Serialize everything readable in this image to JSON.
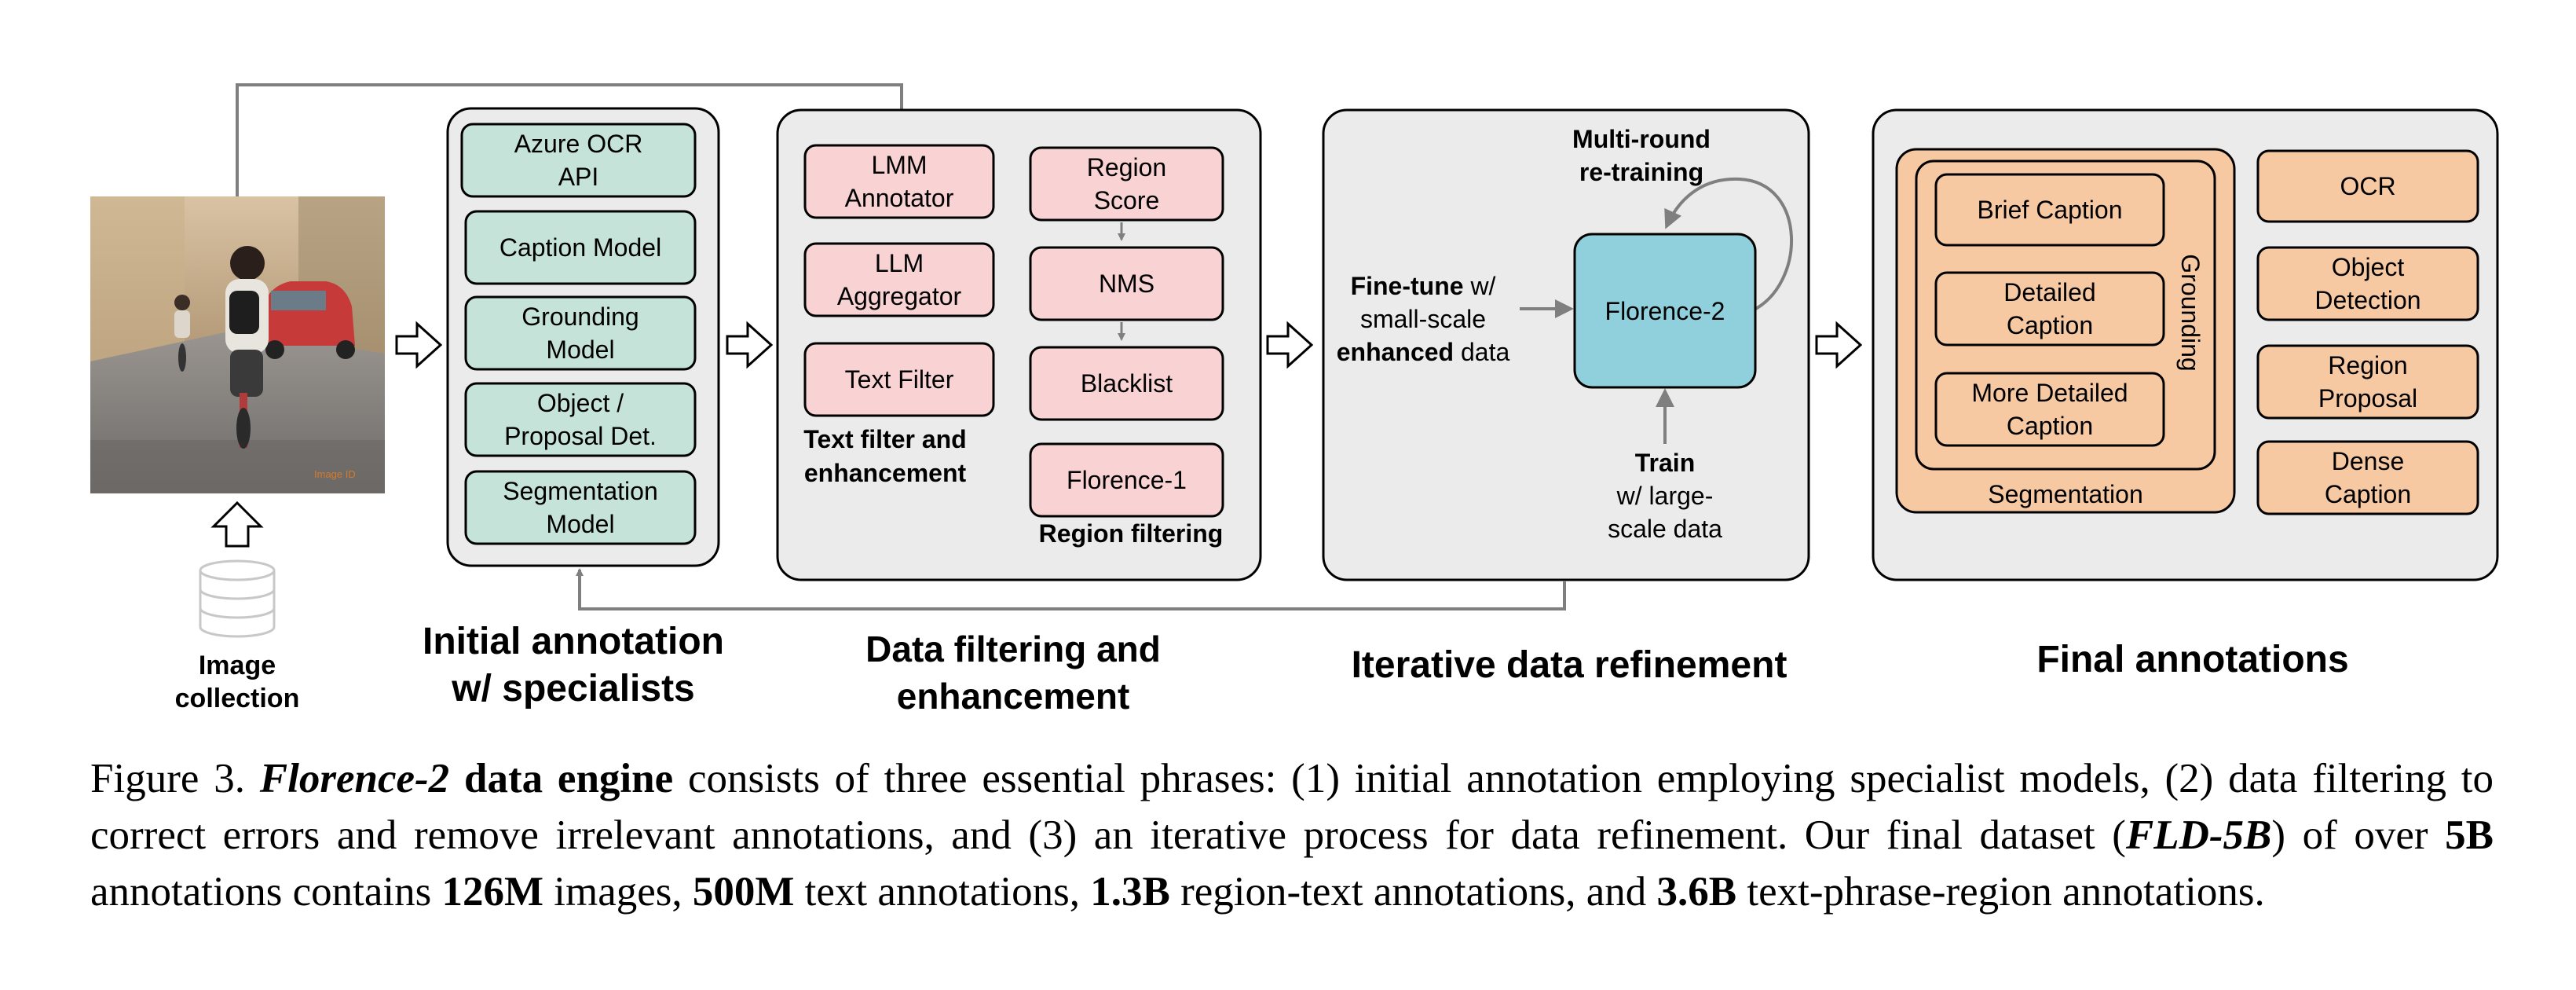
{
  "photo": {
    "watermark": "Image ID"
  },
  "image_collection": {
    "line1": "Image",
    "line2": "collection"
  },
  "initial_annotation": {
    "title_line1": "Initial annotation",
    "title_line2": "w/ specialists",
    "boxes": [
      {
        "line1": "Azure OCR",
        "line2": "API"
      },
      {
        "line1": "Caption Model",
        "line2": ""
      },
      {
        "line1": "Grounding",
        "line2": "Model"
      },
      {
        "line1": "Object /",
        "line2": "Proposal Det."
      },
      {
        "line1": "Segmentation",
        "line2": "Model"
      }
    ]
  },
  "data_filtering": {
    "title_line1": "Data filtering and",
    "title_line2": "enhancement",
    "text_boxes": [
      {
        "line1": "LMM",
        "line2": "Annotator"
      },
      {
        "line1": "LLM",
        "line2": "Aggregator"
      },
      {
        "line1": "Text Filter",
        "line2": ""
      }
    ],
    "text_label_line1": "Text filter and",
    "text_label_line2": "enhancement",
    "region_boxes": [
      {
        "line1": "Region",
        "line2": "Score"
      },
      {
        "line1": "NMS",
        "line2": ""
      },
      {
        "line1": "Blacklist",
        "line2": ""
      },
      {
        "line1": "Florence-1",
        "line2": ""
      }
    ],
    "region_label": "Region filtering"
  },
  "iterative": {
    "title": "Iterative data refinement",
    "model": "Florence-2",
    "multi_round_line1": "Multi-round",
    "multi_round_line2": "re-training",
    "finetune_bold": "Fine-tune",
    "finetune_rest": " w/",
    "finetune_line2": "small-scale",
    "finetune_line3_bold": "enhanced",
    "finetune_line3_rest": " data",
    "train_bold": "Train",
    "train_line2": "w/ large-",
    "train_line3": "scale data"
  },
  "final": {
    "title": "Final annotations",
    "nested": [
      {
        "line1": "Brief Caption",
        "line2": ""
      },
      {
        "line1": "Detailed",
        "line2": "Caption"
      },
      {
        "line1": "More Detailed",
        "line2": "Caption"
      }
    ],
    "grounding_label": "Grounding",
    "segmentation_label": "Segmentation",
    "right_boxes": [
      {
        "line1": "OCR",
        "line2": ""
      },
      {
        "line1": "Object",
        "line2": "Detection"
      },
      {
        "line1": "Region",
        "line2": "Proposal"
      },
      {
        "line1": "Dense",
        "line2": "Caption"
      }
    ]
  },
  "colors": {
    "green_fill": "#c5e3d8",
    "pink_fill": "#f9d3d4",
    "orange_fill": "#f6c9a3",
    "teal_fill": "#8fd0dc",
    "panel_fill": "#ebebeb",
    "line": "#7f7f7f"
  },
  "caption": {
    "p1": "Figure 3. ",
    "p2": "Florence-2",
    "p3": " data engine",
    "p4": " consists of three essential phrases: (1) initial annotation employing specialist models, (2) data filtering to correct errors and remove irrelevant annotations, and (3) an iterative process for data refinement. Our final dataset (",
    "p5": "FLD-5B",
    "p6": ") of over ",
    "p7": "5B",
    "p8": " annotations contains ",
    "p9": "126M",
    "p10": " images, ",
    "p11": "500M",
    "p12": " text annotations, ",
    "p13": "1.3B",
    "p14": " region-text annotations, and ",
    "p15": "3.6B",
    "p16": " text-phrase-region annotations."
  }
}
